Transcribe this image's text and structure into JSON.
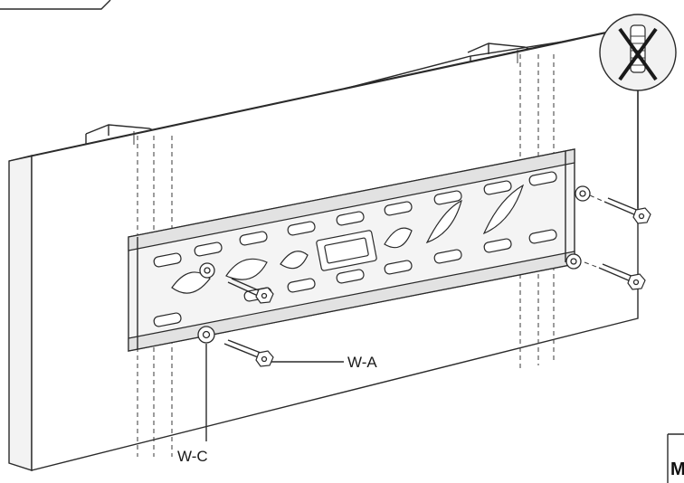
{
  "callouts": {
    "washer_a": "W-A",
    "washer_c": "W-C",
    "corner_letter": "M"
  },
  "icons": {
    "no_anchor": "no-wall-anchor-icon"
  }
}
